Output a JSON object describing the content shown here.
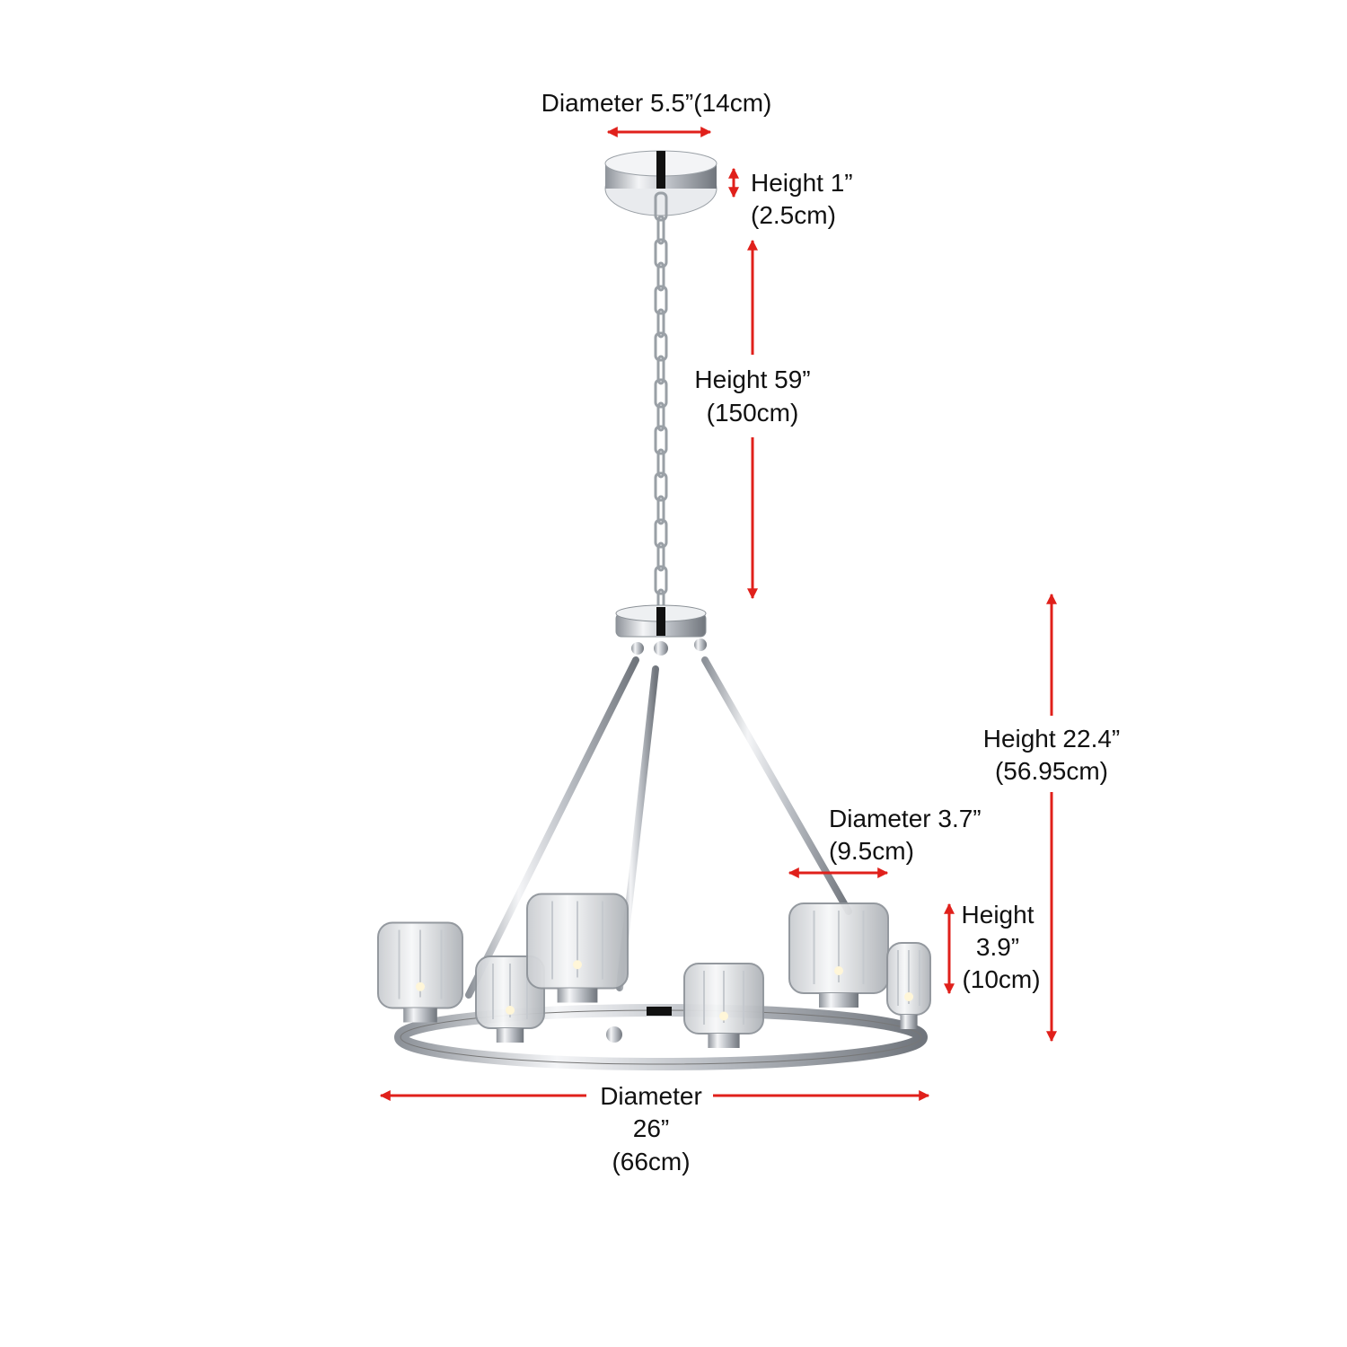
{
  "colors": {
    "arrow": "#e0201b",
    "text": "#111111",
    "chrome": "#b8bcc2"
  },
  "dimensions": {
    "canopy_diameter": {
      "line1": "Diameter 5.5”(14cm)"
    },
    "canopy_height": {
      "line1": "Height 1”",
      "line2": "(2.5cm)"
    },
    "chain_height": {
      "line1": "Height 59”",
      "line2": "(150cm)"
    },
    "body_height": {
      "line1": "Height 22.4”",
      "line2": "(56.95cm)"
    },
    "shade_diameter": {
      "line1": "Diameter 3.7”",
      "line2": "(9.5cm)"
    },
    "shade_height": {
      "line1": "Height",
      "line2": "3.9”",
      "line3": "(10cm)"
    },
    "ring_diameter": {
      "line1": "Diameter",
      "line2": "26”",
      "line3": "(66cm)"
    }
  }
}
